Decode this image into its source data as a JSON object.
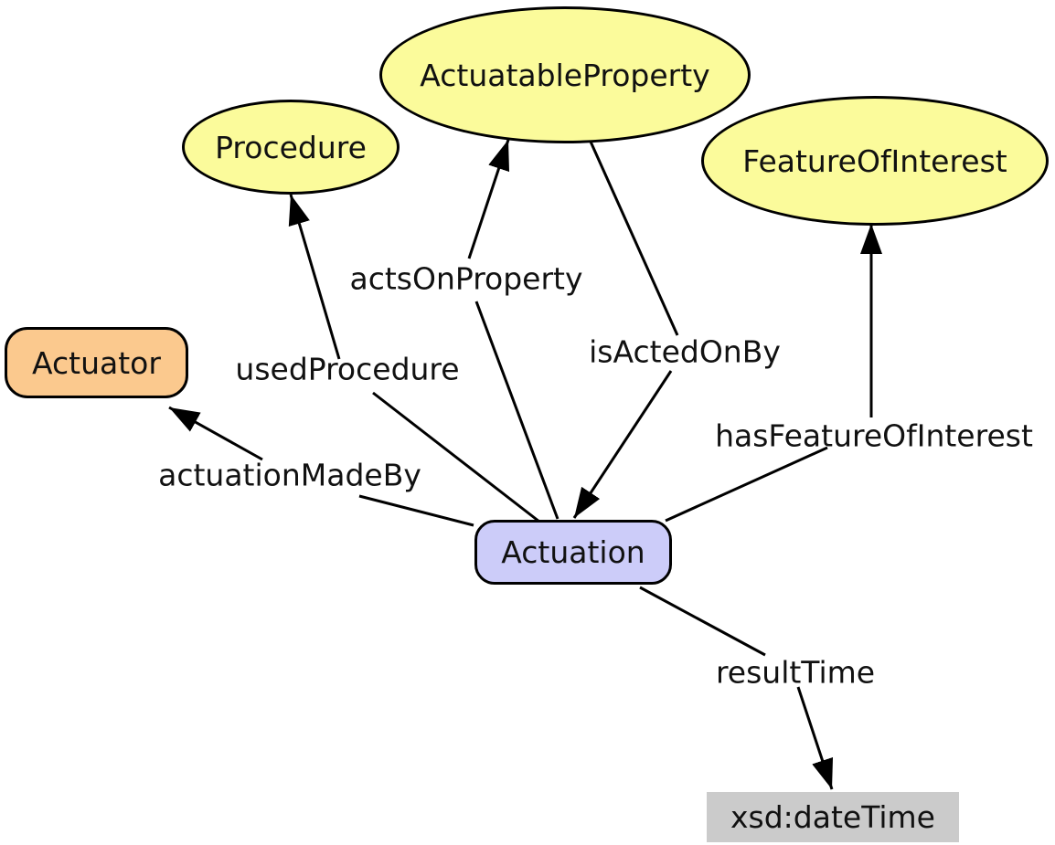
{
  "colors": {
    "class_fill": "#FBFB9B",
    "actuator_fill": "#FBC98E",
    "actuation_fill": "#CCCCF9",
    "datatype_fill": "#CBCBCB",
    "edge_stroke": "#000000",
    "text": "#111111"
  },
  "nodes": {
    "procedure": {
      "label": "Procedure",
      "shape": "ellipse",
      "fill": "#FBFB9B"
    },
    "actuatableProperty": {
      "label": "ActuatableProperty",
      "shape": "ellipse",
      "fill": "#FBFB9B"
    },
    "featureOfInterest": {
      "label": "FeatureOfInterest",
      "shape": "ellipse",
      "fill": "#FBFB9B"
    },
    "actuator": {
      "label": "Actuator",
      "shape": "rounded-rect",
      "fill": "#FBC98E"
    },
    "actuation": {
      "label": "Actuation",
      "shape": "rounded-rect",
      "fill": "#CCCCF9"
    },
    "xsdDateTime": {
      "label": "xsd:dateTime",
      "shape": "rect",
      "fill": "#CBCBCB"
    }
  },
  "edges": {
    "usedProcedure": {
      "label": "usedProcedure",
      "from": "Actuation",
      "to": "Procedure"
    },
    "actsOnProperty": {
      "label": "actsOnProperty",
      "from": "Actuation",
      "to": "ActuatableProperty"
    },
    "isActedOnBy": {
      "label": "isActedOnBy",
      "from": "ActuatableProperty",
      "to": "Actuation"
    },
    "actuationMadeBy": {
      "label": "actuationMadeBy",
      "from": "Actuation",
      "to": "Actuator"
    },
    "hasFeatureOfInterest": {
      "label": "hasFeatureOfInterest",
      "from": "Actuation",
      "to": "FeatureOfInterest"
    },
    "resultTime": {
      "label": "resultTime",
      "from": "Actuation",
      "to": "xsd:dateTime"
    }
  }
}
